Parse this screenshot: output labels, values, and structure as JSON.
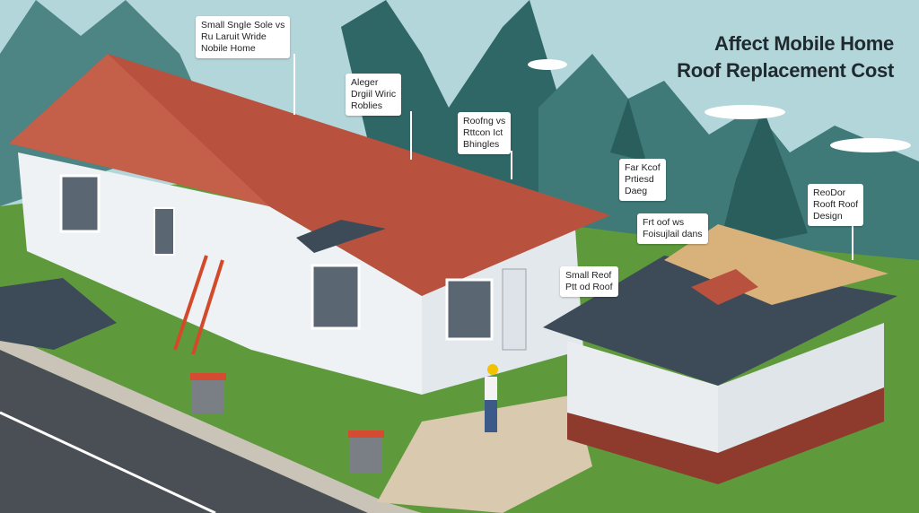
{
  "title": {
    "line1": "Affect Mobile Home",
    "line2": "Roof Replacement Cost"
  },
  "labels": [
    {
      "lines": [
        "Small Sngle Sole vs",
        "Ru Laruit Wride",
        "Nobile Home"
      ]
    },
    {
      "lines": [
        "Aleger",
        "Drgiil Wiric",
        "Roblies"
      ]
    },
    {
      "lines": [
        "Roofng vs",
        "Rttcon Ict",
        "Bhingles"
      ]
    },
    {
      "lines": [
        "Far Kcof",
        "Prtiesd",
        "Daeg"
      ]
    },
    {
      "lines": [
        "ReoDor",
        "Rooft Roof",
        "Design"
      ]
    },
    {
      "lines": [
        "Frt oof ws",
        "Foisujlail dans"
      ]
    },
    {
      "lines": [
        "Small Reof",
        "Ptt od Roof"
      ]
    }
  ],
  "colors": {
    "sky": "#b3d6db",
    "mountain": "#3f7a78",
    "grass": "#5e9a3c",
    "roof_red": "#b8523f",
    "roof_dark": "#3d4a57",
    "road": "#4a4f55",
    "brick": "#8e3b2e"
  }
}
